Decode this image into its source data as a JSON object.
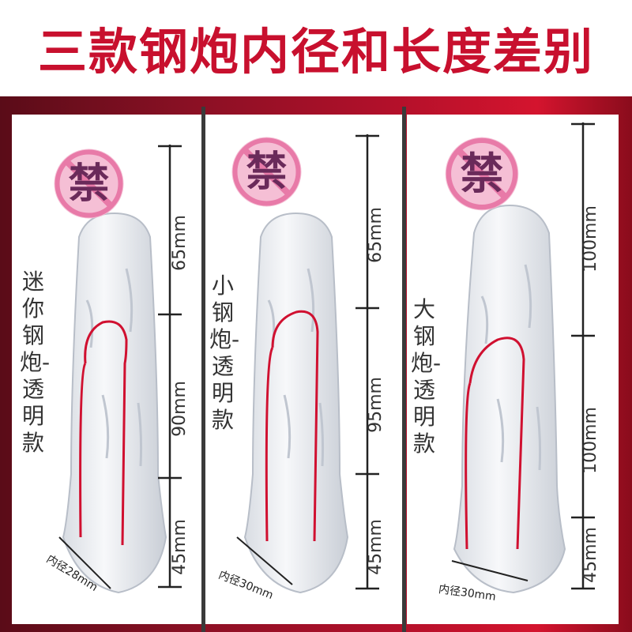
{
  "header": {
    "title": "三款钢炮内径和长度差别",
    "color": "#c8102e"
  },
  "products": [
    {
      "name": "迷你钢炮-透明款",
      "segments": [
        "65mm",
        "90mm",
        "45mm"
      ],
      "inner_diameter": "内径28mm",
      "censor_icon": "censored-prohibition-icon"
    },
    {
      "name": "小钢炮-透明款",
      "segments": [
        "65mm",
        "95mm",
        "45mm"
      ],
      "inner_diameter": "内径30mm",
      "censor_icon": "censored-prohibition-icon"
    },
    {
      "name": "大钢炮-透明款",
      "segments": [
        "100mm",
        "100mm",
        "45mm"
      ],
      "inner_diameter": "内径30mm",
      "censor_icon": "censored-prohibition-icon"
    }
  ]
}
